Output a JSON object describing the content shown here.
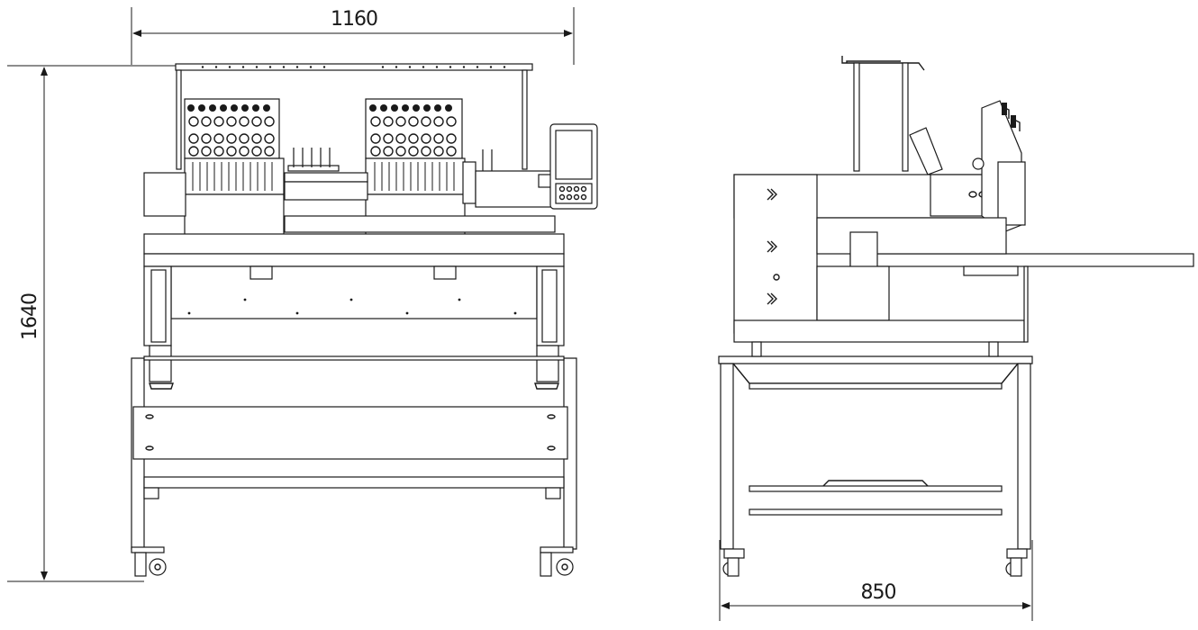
{
  "dimensions": {
    "front_width": "1160",
    "height": "1640",
    "side_depth": "850"
  }
}
